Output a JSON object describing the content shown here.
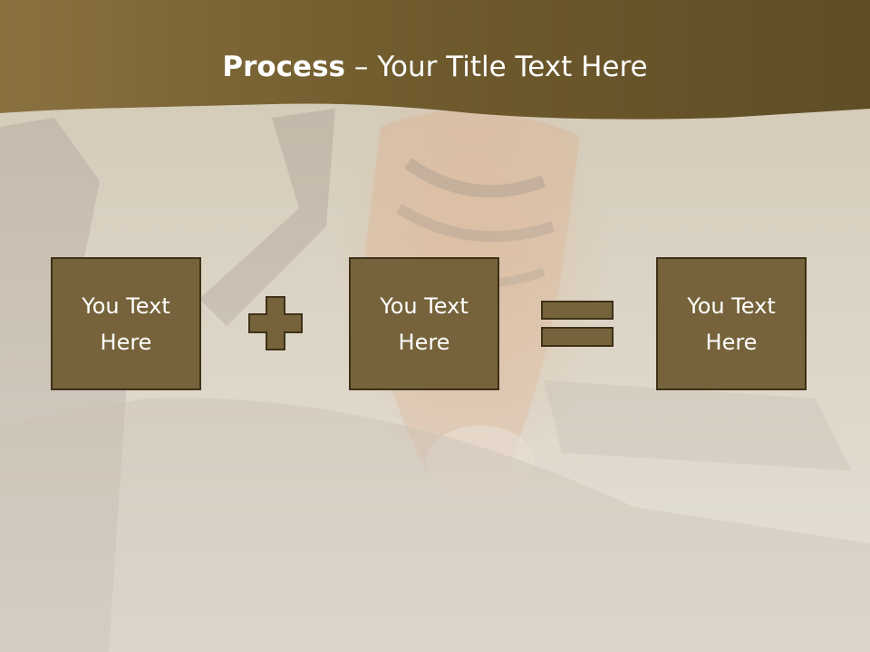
{
  "title": {
    "bold": "Process",
    "rest": " – Your Title Text Here"
  },
  "boxes": [
    {
      "label": "You Text Here"
    },
    {
      "label": "You Text Here"
    },
    {
      "label": "You Text Here"
    }
  ],
  "operators": {
    "plus": "plus-sign",
    "equals": "equals-sign"
  },
  "colors": {
    "header": "#6e5a2c",
    "box_fill": "#76633b",
    "box_border": "#3d3118",
    "text": "#ffffff"
  }
}
